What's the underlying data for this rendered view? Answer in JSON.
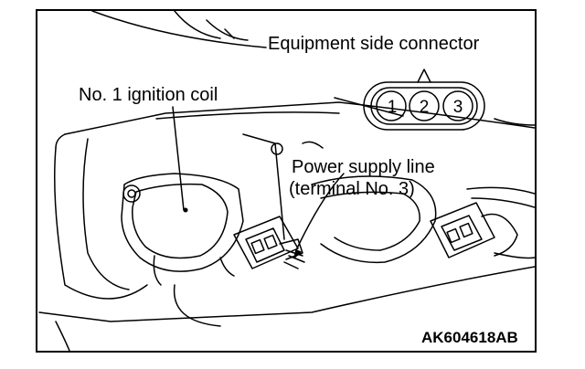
{
  "labels": {
    "equipment_connector": "Equipment side connector",
    "ignition_coil": "No. 1 ignition coil",
    "power_supply_line": "Power supply line",
    "terminal": "(terminal No. 3)",
    "figure_code": "AK604618AB"
  },
  "connector": {
    "pins": [
      "1",
      "2",
      "3"
    ]
  },
  "colors": {
    "line": "#000000",
    "background": "#ffffff"
  }
}
